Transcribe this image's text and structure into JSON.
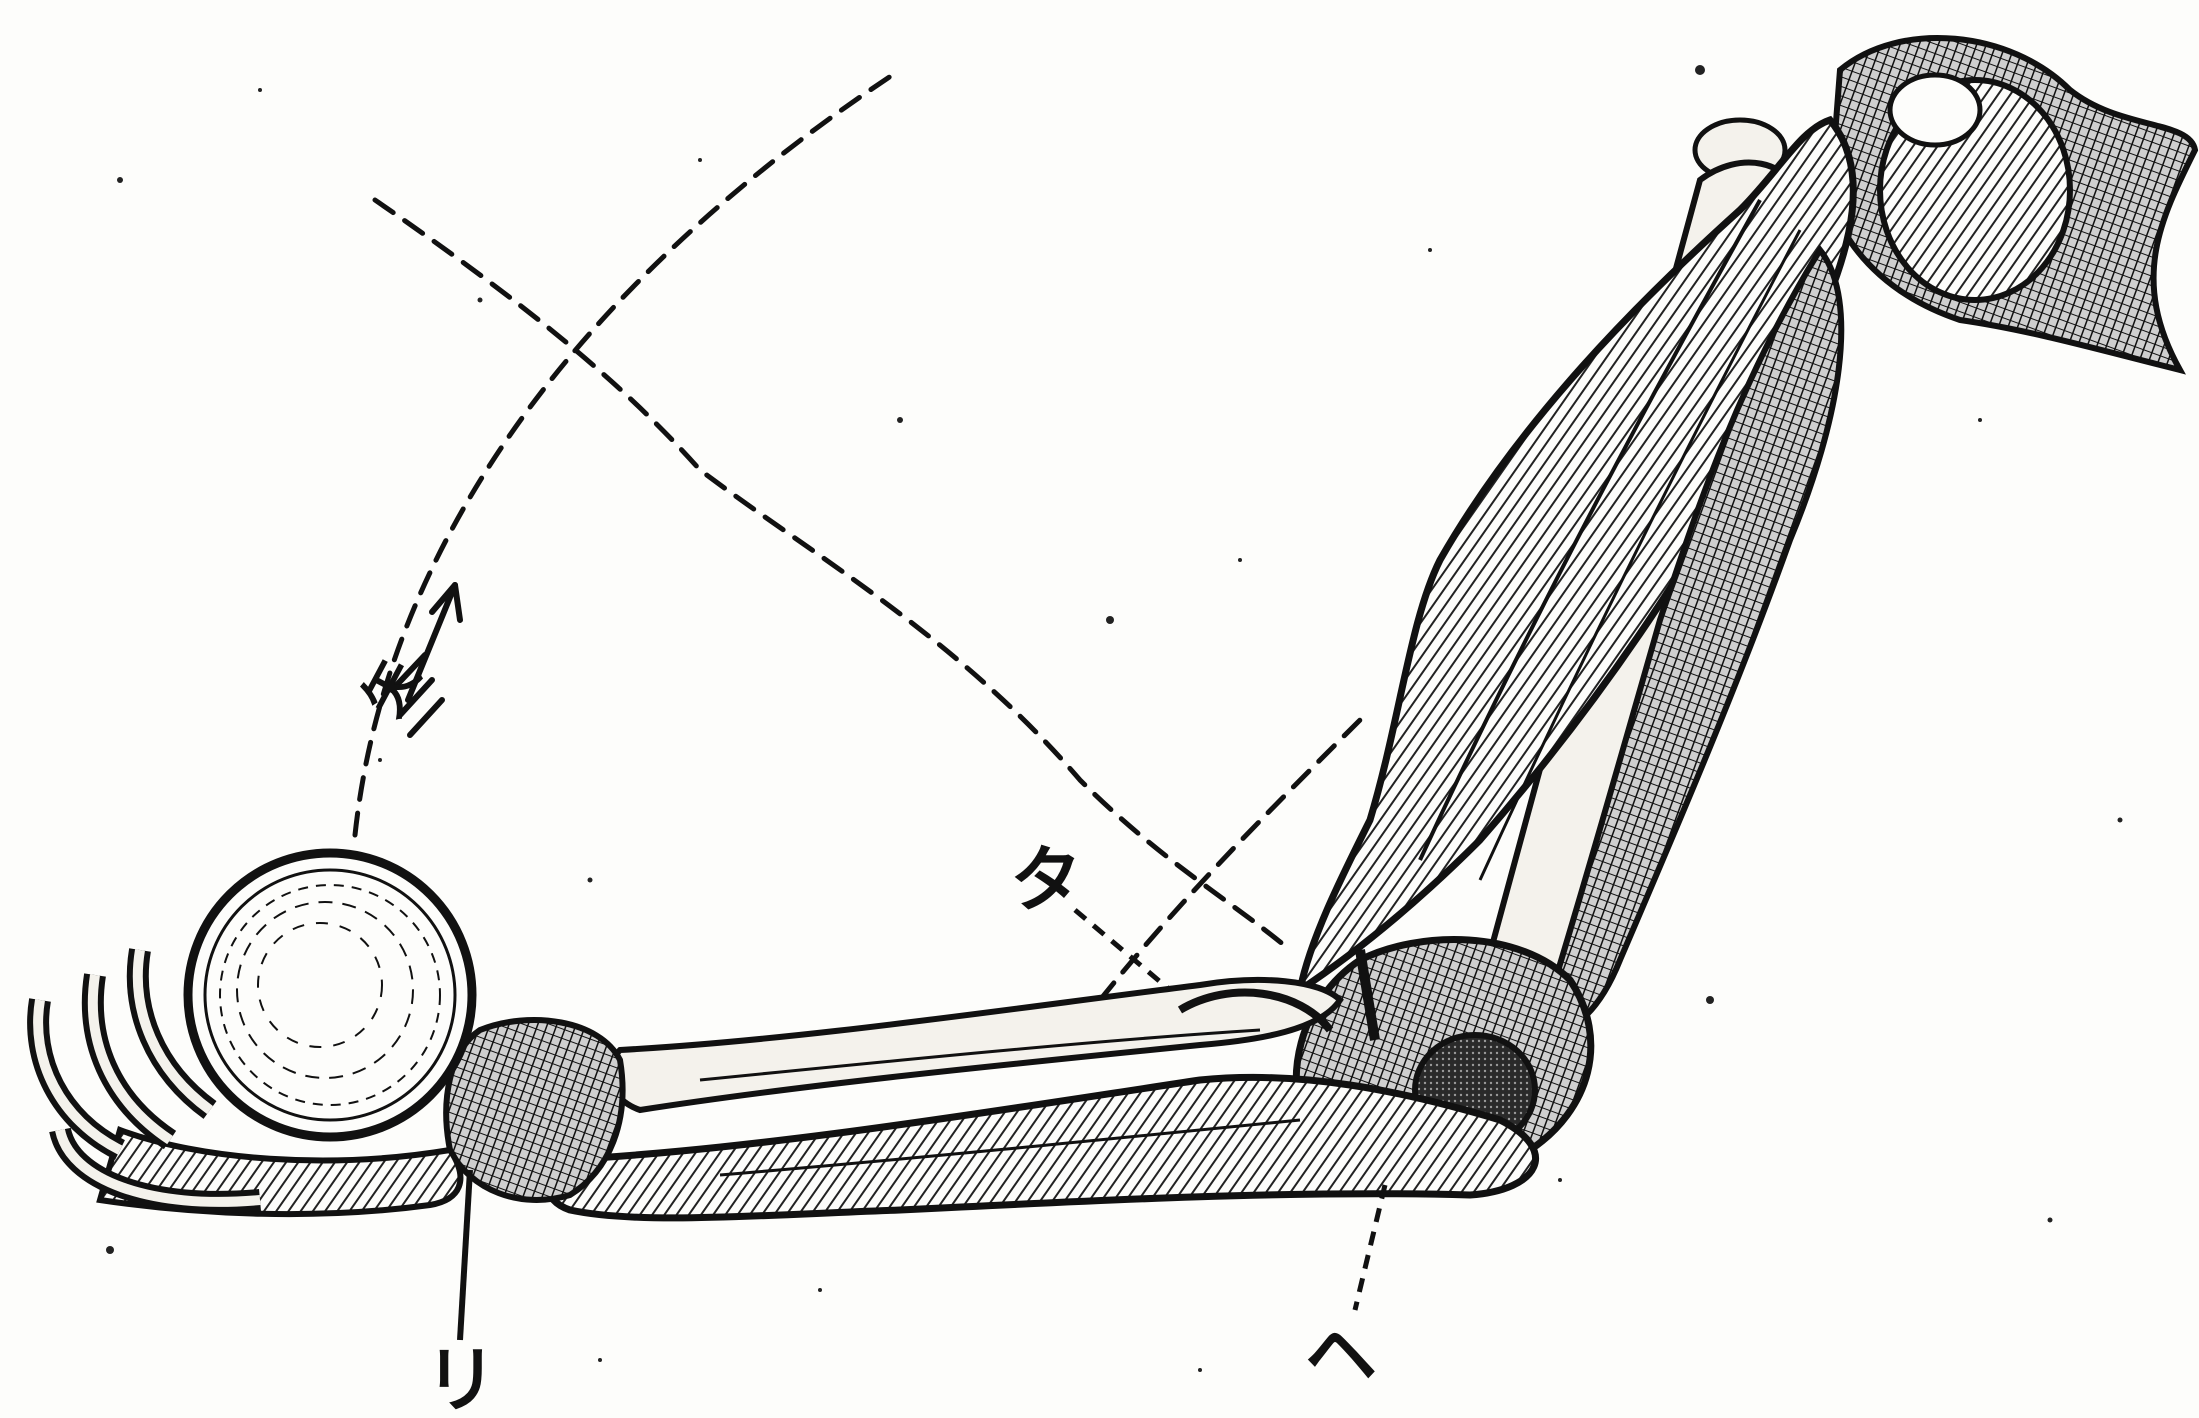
{
  "figure": {
    "labels": {
      "ta": "タ",
      "ri": "リ",
      "he": "ヘ",
      "arrow_char": "矢"
    },
    "colors": {
      "ink": "#111111",
      "paper": "#fdfdfb",
      "bone_fill": "#f4f2ec",
      "muscle_hatch": "#3a3a3a"
    }
  }
}
